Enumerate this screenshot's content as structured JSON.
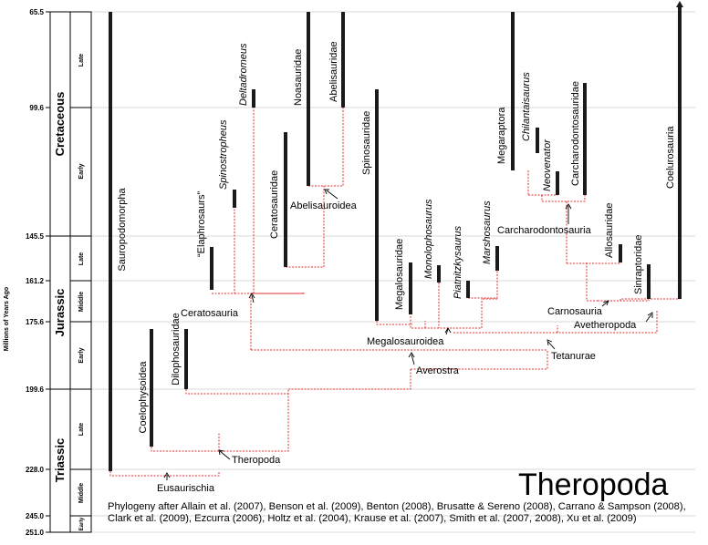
{
  "title": "Theropoda",
  "axis_title": "Millions of Years Ago",
  "ticks": [
    "65.5",
    "99.6",
    "145.5",
    "161.2",
    "175.6",
    "199.6",
    "228.0",
    "245.0",
    "251.0"
  ],
  "periods": {
    "cretaceous": "Cretaceous",
    "jurassic": "Jurassic",
    "triassic": "Triassic"
  },
  "epochs": {
    "cret_late": "Late",
    "cret_early": "Early",
    "jur_late": "Late",
    "jur_middle": "Middle",
    "jur_early": "Early",
    "tri_late": "Late",
    "tri_middle": "Middle",
    "tri_early": "Early"
  },
  "taxa": {
    "sauropodomorpha": "Sauropodomorpha",
    "coelophysoidea": "Coelophysoidea",
    "dilophosauridae": "Dilophosauridae",
    "elaphrosaurs": "“Elaphrosaurs”",
    "spinostropheus": "Spinostropheus",
    "deltadromeus": "Deltadromeus",
    "ceratosauridae": "Ceratosauridae",
    "noasauridae": "Noasauridae",
    "abelisauridae": "Abelisauridae",
    "spinosauridae": "Spinosauridae",
    "megalosauridae": "Megalosauridae",
    "monolophosaurus": "Monolophosaurus",
    "piatnitzkysaurus": "Piatnitzkysaurus",
    "marshosaurus": "Marshosaurus",
    "megaraptora": "Megaraptora",
    "chilantaisaurus": "Chilantaisaurus",
    "neovenator": "Neovenator",
    "carcharodontosauridae": "Carcharodontosauridae",
    "allosauridae": "Allosauridae",
    "sinraptoridae": "Sinraptoridae",
    "coelurosauria": "Coelurosauria"
  },
  "nodes": {
    "eusaurischia": "Eusaurischia",
    "theropoda": "Theropoda",
    "averostra": "Averostra",
    "ceratosauria": "Ceratosauria",
    "abelisauroidea": "Abelisauroidea",
    "megalosauroidea": "Megalosauroidea",
    "tetanurae": "Tetanurae",
    "carcharodontosauria": "Carcharodontosauria",
    "carnosauria": "Carnosauria",
    "avetheropoda": "Avetheropoda"
  },
  "caption": "Phylogeny after Allain et al. (2007), Benson et al. (2009), Benton (2008), Brusatte & Sereno (2008), Carrano & Sampson (2008), Clark et al. (2009), Ezcurra (2006), Holtz et al. (2004), Krause et al. (2007), Smith et al. (2007, 2008), Xu et al. (2009)"
}
